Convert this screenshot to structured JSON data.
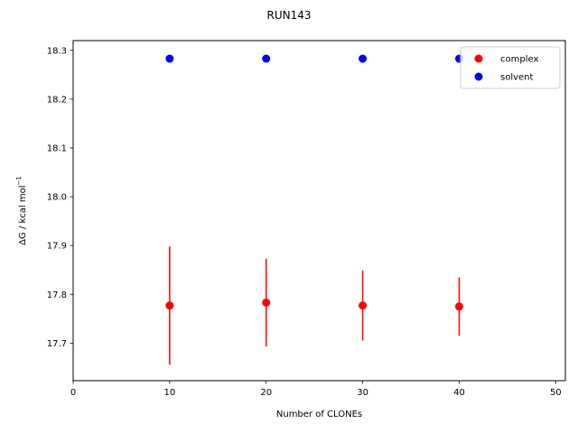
{
  "chart_data": {
    "type": "scatter",
    "title": "RUN143",
    "xlabel": "Number of CLONEs",
    "ylabel_main": "ΔG / kcal mol",
    "ylabel_sup": "−1",
    "xlim": [
      0,
      51
    ],
    "ylim": [
      17.623,
      18.32
    ],
    "xticks": [
      0,
      10,
      20,
      30,
      40,
      50
    ],
    "yticks": [
      17.7,
      17.8,
      17.9,
      18.0,
      18.1,
      18.2,
      18.3
    ],
    "xtick_labels": [
      "0",
      "10",
      "20",
      "30",
      "40",
      "50"
    ],
    "ytick_labels": [
      "17.7",
      "17.8",
      "17.9",
      "18.0",
      "18.1",
      "18.2",
      "18.3"
    ],
    "legend_position": "top-right",
    "grid": false,
    "series": [
      {
        "name": "complex",
        "color": "#ff0000",
        "x": [
          10,
          20,
          30,
          40
        ],
        "y": [
          17.777,
          17.783,
          17.777,
          17.775
        ],
        "yerr": [
          0.121,
          0.09,
          0.072,
          0.06
        ]
      },
      {
        "name": "solvent",
        "color": "#0000ff",
        "x": [
          10,
          20,
          30,
          40
        ],
        "y": [
          18.283,
          18.283,
          18.283,
          18.283
        ]
      }
    ]
  }
}
